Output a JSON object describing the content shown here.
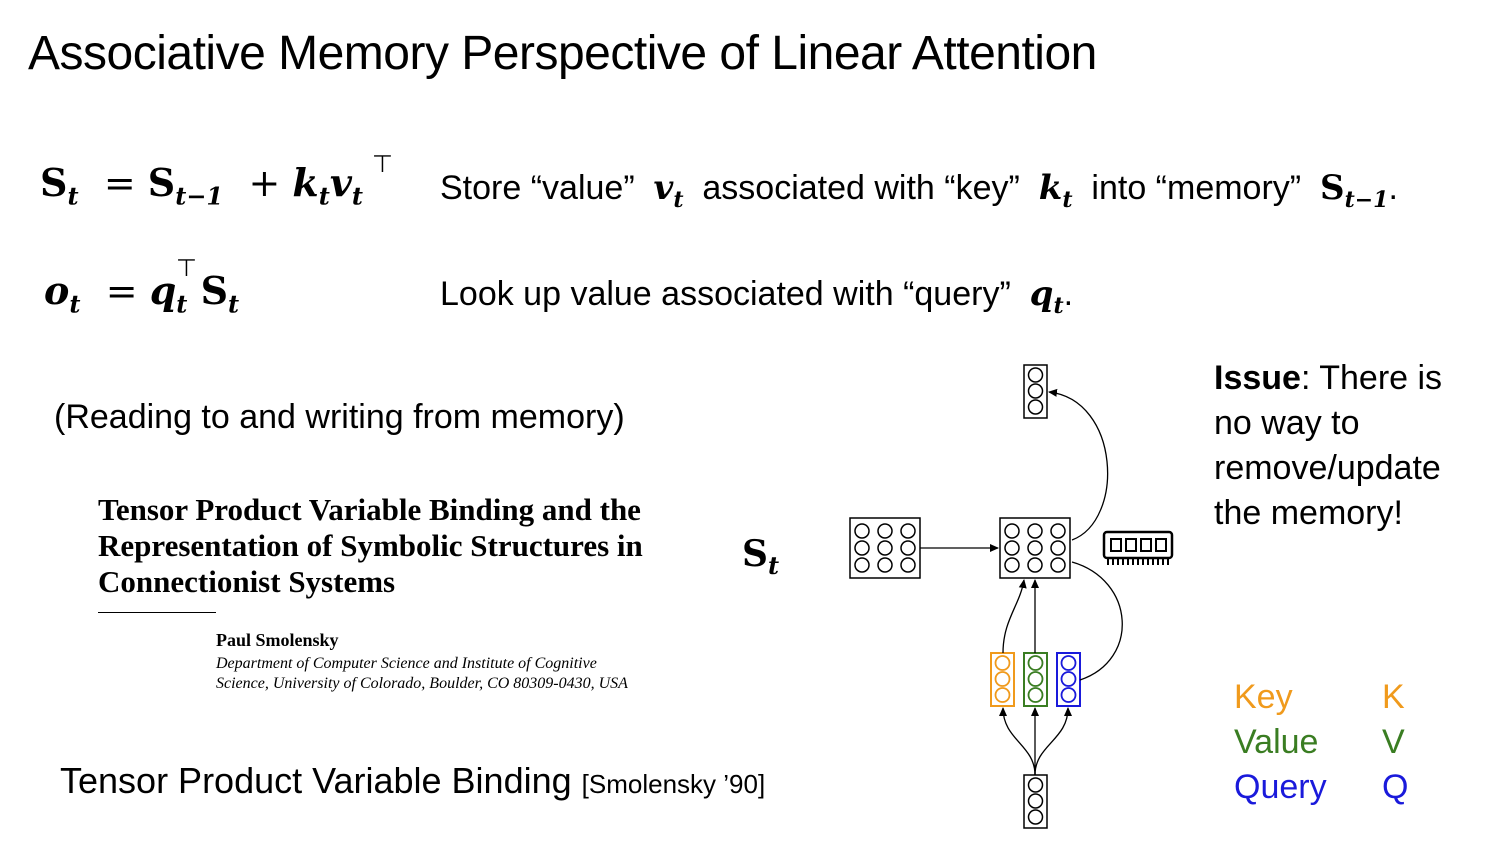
{
  "title": "Associative Memory Perspective of Linear Attention",
  "equations": {
    "write_desc": {
      "p1": "Store “value”",
      "v": "v",
      "p2": "associated with “key”",
      "k": "k",
      "p3": "into “memory”",
      "S": "S",
      "sub": "t−1",
      "end": "."
    },
    "read_desc": {
      "p1": "Look up value associated with “query”",
      "q": "q",
      "end": "."
    }
  },
  "reading_caption": "(Reading to and writing from memory)",
  "paper": {
    "title": "Tensor Product Variable Binding and the Representation of Symbolic Structures in Connectionist Systems",
    "author": "Paul Smolensky",
    "affiliation": "Department of Computer Science and Institute of Cognitive Science, University of Colorado, Boulder, CO 80309-0430, USA"
  },
  "tpvb": {
    "text": "Tensor Product Variable Binding",
    "citation": "[Smolensky ’90]"
  },
  "issue": {
    "bold": "Issue",
    "text": ": There is no way to remove/update the memory!"
  },
  "legend": [
    {
      "label": "Key",
      "abbr": "K",
      "color": "#f09a1c"
    },
    {
      "label": "Value",
      "abbr": "V",
      "color": "#3a7d22"
    },
    {
      "label": "Query",
      "abbr": "Q",
      "color": "#1a1adb"
    }
  ],
  "colors": {
    "key": "#f09a1c",
    "value": "#3a7d22",
    "query": "#1a1adb"
  },
  "icons": {
    "memory": "memory-chip-icon"
  }
}
